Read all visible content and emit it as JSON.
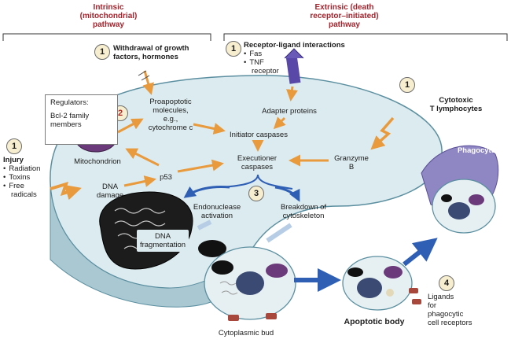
{
  "pathways": {
    "intrinsic": [
      "Intrinsic",
      "(mitochondrial)",
      "pathway"
    ],
    "extrinsic": [
      "Extrinsic (death",
      "receptor–initiated)",
      "pathway"
    ]
  },
  "step_numbers": {
    "one": "1",
    "two": "2",
    "three": "3",
    "four": "4"
  },
  "triggers": {
    "withdrawal": [
      "Withdrawal of growth",
      "factors, hormones"
    ],
    "receptor_title": "Receptor-ligand interactions",
    "receptor_items": [
      "Fas",
      "TNF",
      "receptor"
    ],
    "ctl": [
      "Cytotoxic",
      "T lymphocytes"
    ],
    "injury_title": "Injury",
    "injury_items": [
      "Radiation",
      "Toxins",
      "Free",
      "radicals"
    ]
  },
  "regulators": {
    "title": "Regulators:",
    "body": [
      "Bcl-2 family",
      "members"
    ]
  },
  "nodes": {
    "proapoptotic": [
      "Proapoptotic",
      "molecules,",
      "e.g.,",
      "cytochrome c"
    ],
    "adapter": "Adapter proteins",
    "initiator": "Initiator caspases",
    "mitochondrion": "Mitochondrion",
    "executioner": [
      "Executioner",
      "caspases"
    ],
    "granzyme": [
      "Granzyme",
      "B"
    ],
    "p53": "p53",
    "dna_damage": [
      "DNA",
      "damage"
    ],
    "endonuclease": [
      "Endonuclease",
      "activation"
    ],
    "cytoskeleton": [
      "Breakdown of",
      "cytoskeleton"
    ],
    "dna_frag": [
      "DNA",
      "fragmentation"
    ],
    "phagocyte": "Phagocyte",
    "cytoplasmic_bud": "Cytoplasmic bud",
    "apoptotic_body": "Apoptotic body",
    "ligands": [
      "Ligands",
      "for",
      "phagocytic",
      "cell receptors"
    ]
  },
  "colors": {
    "cell_fill": "#dcebef",
    "cell_edge": "#5b8fa0",
    "orange_arrow": "#e89a3c",
    "blue_arrow": "#2f5fb5",
    "phagocyte": "#8f86c4",
    "mito": "#6b3a7a",
    "pathway_red": "#a4232c"
  }
}
